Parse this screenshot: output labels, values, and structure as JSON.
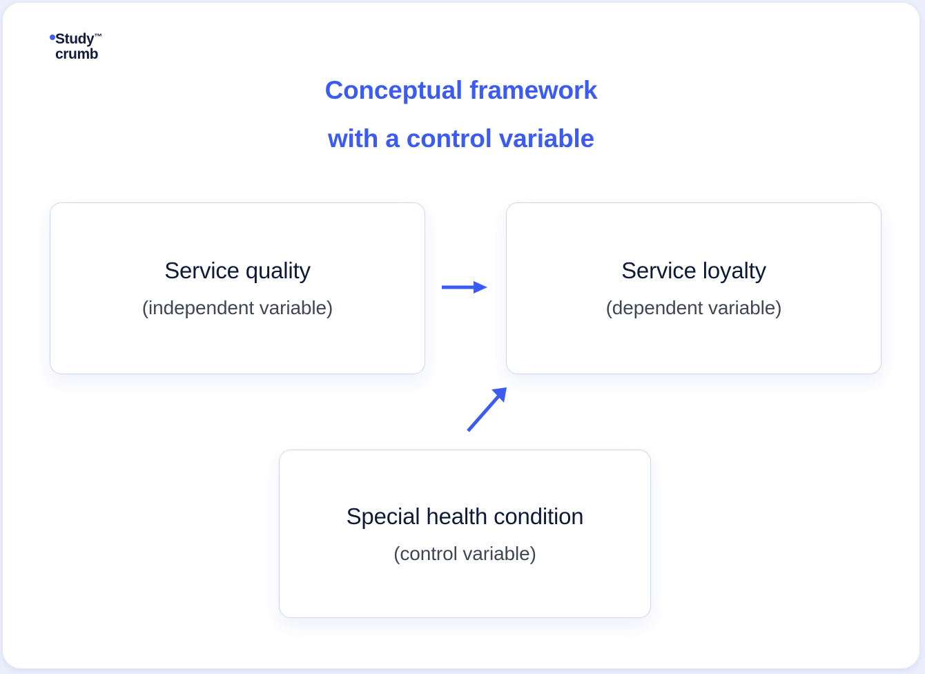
{
  "brand": {
    "dot_icon": "brand-dot-icon",
    "name_line1": "Study",
    "trademark": "™",
    "name_line2": "crumb",
    "color": "#111a3d",
    "dot_color": "#3d5ef0"
  },
  "heading": {
    "line1": "Conceptual framework",
    "line2": "with a control variable",
    "color": "#3b5bf2"
  },
  "diagram": {
    "type": "concept-map",
    "border_color": "#ccd5f2",
    "arrow_color": "#3b5bf2",
    "title_color": "#0d1b36",
    "subtitle_color": "#3f4654",
    "nodes": [
      {
        "id": "independent",
        "title": "Service quality",
        "subtitle": "(independent variable)",
        "role": "independent variable"
      },
      {
        "id": "dependent",
        "title": "Service loyalty",
        "subtitle": "(dependent variable)",
        "role": "dependent variable"
      },
      {
        "id": "control",
        "title": "Special health condition",
        "subtitle": "(control variable)",
        "role": "control variable"
      }
    ],
    "edges": [
      {
        "id": "quality-to-loyalty",
        "from": "independent",
        "to": "dependent",
        "direction": "right",
        "icon": "arrow-right-icon"
      },
      {
        "id": "control-to-loyalty",
        "from": "control",
        "to": "dependent",
        "direction": "up-right",
        "icon": "arrow-diagonal-up-right-icon"
      }
    ]
  }
}
